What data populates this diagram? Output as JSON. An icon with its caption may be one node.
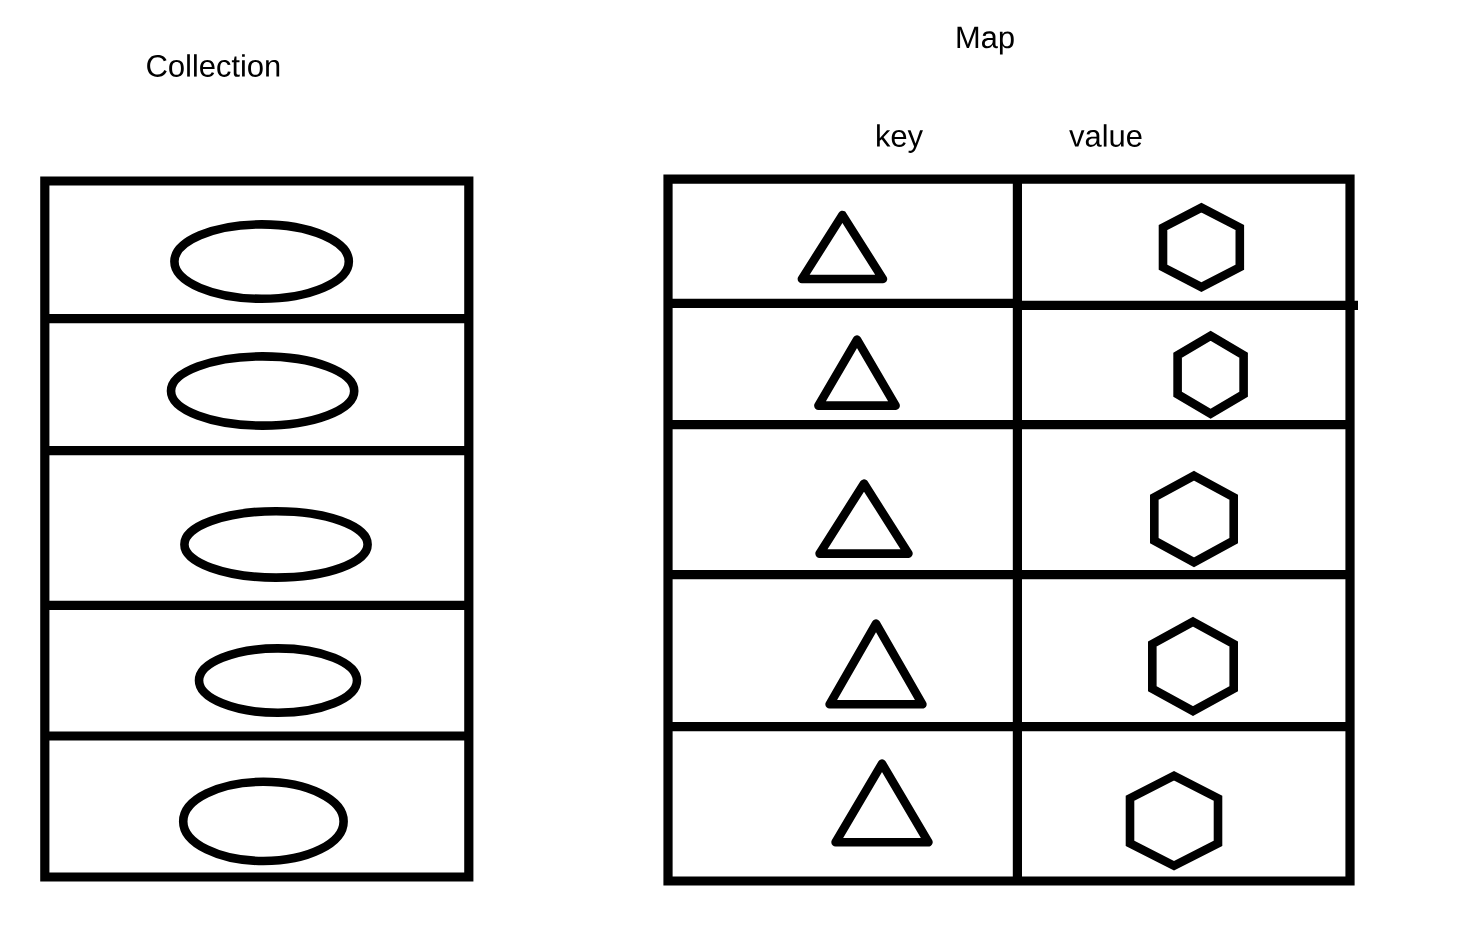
{
  "diagram": {
    "nodes": [
      {
        "text": [
          "Collection"
        ]
      },
      {
        "text": [],
        "shape": "ellipse",
        "in": 0
      },
      {
        "text": [],
        "shape": "ellipse",
        "in": 0
      },
      {
        "text": [],
        "shape": "ellipse",
        "in": 0
      },
      {
        "text": [],
        "shape": "ellipse",
        "in": 0
      },
      {
        "text": [],
        "shape": "ellipse",
        "in": 0
      },
      {
        "text": [
          "Map"
        ]
      },
      {
        "text": [],
        "shape": "triangle",
        "in": 6
      },
      {
        "text": [],
        "shape": "hexagon",
        "in": 6
      },
      {
        "text": [],
        "shape": "triangle",
        "in": 6
      },
      {
        "text": [],
        "shape": "hexagon",
        "in": 6
      },
      {
        "text": [],
        "shape": "triangle",
        "in": 6
      },
      {
        "text": [],
        "shape": "hexagon",
        "in": 6
      },
      {
        "text": [],
        "shape": "triangle",
        "in": 6
      },
      {
        "text": [],
        "shape": "hexagon",
        "in": 6
      },
      {
        "text": [],
        "shape": "triangle",
        "in": 6
      },
      {
        "text": [],
        "shape": "hexagon",
        "in": 6
      }
    ],
    "labels": [
      "key",
      "value"
    ]
  }
}
